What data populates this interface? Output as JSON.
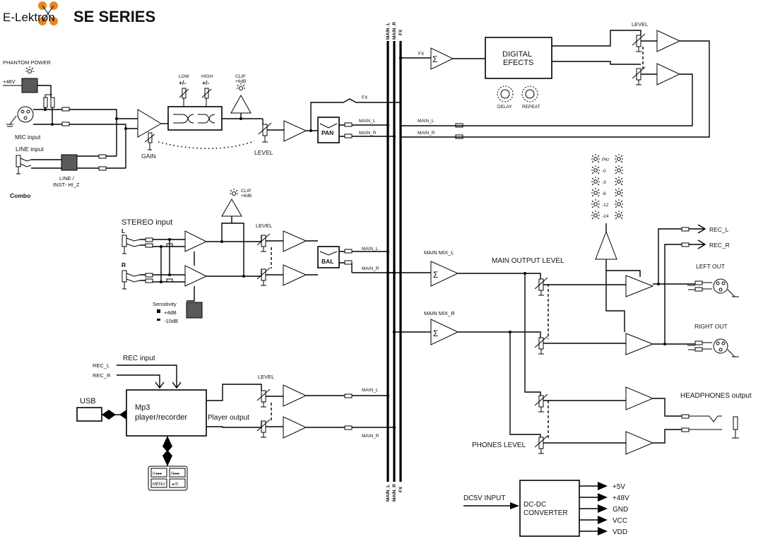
{
  "brand": {
    "logo": "E-Lektron",
    "series": "SE SERIES"
  },
  "buses": {
    "main_l": "MAIN_L",
    "main_r": "MAIN_R",
    "fx": "FX"
  },
  "mic_channel": {
    "phantom_power": "PHANTOM POWER",
    "plus48v": "+48V",
    "mic_input": "MIC input",
    "line_input": "LINE input",
    "line_inst": "LINE /",
    "line_inst2": "INST- HI_Z",
    "combo": "Combo",
    "gain": "GAIN",
    "eq_low": "LOW",
    "eq_high": "HIGH",
    "plus_minus": "+/-",
    "clip": "CLIP",
    "clip_level": "+6dB",
    "level": "LEVEL",
    "pan": "PAN",
    "fx": "FX",
    "main_l": "MAIN_L",
    "main_r": "MAIN_R"
  },
  "fx_section": {
    "fx": "FX",
    "sigma": "Σ",
    "title_line1": "DIGITAL",
    "title_line2": "EFECTS",
    "delay": "DELAY",
    "repeat": "REPEAT",
    "level": "LEVEL"
  },
  "meter": {
    "labels": [
      "PK!",
      "-0",
      "-3",
      "-6",
      "-12",
      "-24"
    ]
  },
  "stereo_channel": {
    "title": "STEREO input",
    "l": "L",
    "r": "R",
    "clip": "CLIP",
    "clip_level": "+6dB",
    "level": "LEVEL",
    "bal": "BAL",
    "main_l": "MAIN_L",
    "main_r": "MAIN_R",
    "sensitivity": "Sensitivity",
    "sens_high": "+4dB",
    "sens_low": "-10dB"
  },
  "outputs": {
    "main_mix_l": "MAIN MIX_L",
    "main_mix_r": "MAIN MIX_R",
    "sigma": "Σ",
    "main_output_level": "MAIN OUTPUT LEVEL",
    "rec_l": "REC_L",
    "rec_r": "REC_R",
    "left_out": "LEFT OUT",
    "right_out": "RIGHT OUT",
    "headphones": "HEADPHONES output",
    "phones_level": "PHONES LEVEL"
  },
  "player": {
    "rec_input": "REC input",
    "rec_l": "REC_L",
    "rec_r": "REC_R",
    "usb": "USB",
    "title1": "Mp3",
    "title2": "player/recorder",
    "player_output": "Player output",
    "level": "LEVEL",
    "main_l": "MAIN_L",
    "main_r": "MAIN_R",
    "keys": [
      "I/◂◂◂",
      "I/▸▸▸",
      "MENU",
      "▸/II"
    ]
  },
  "power": {
    "input": "DC5V INPUT",
    "title1": "DC-DC",
    "title2": "CONVERTER",
    "rails": [
      "+5V",
      "+48V",
      "GND",
      "VCC",
      "VDD"
    ]
  }
}
